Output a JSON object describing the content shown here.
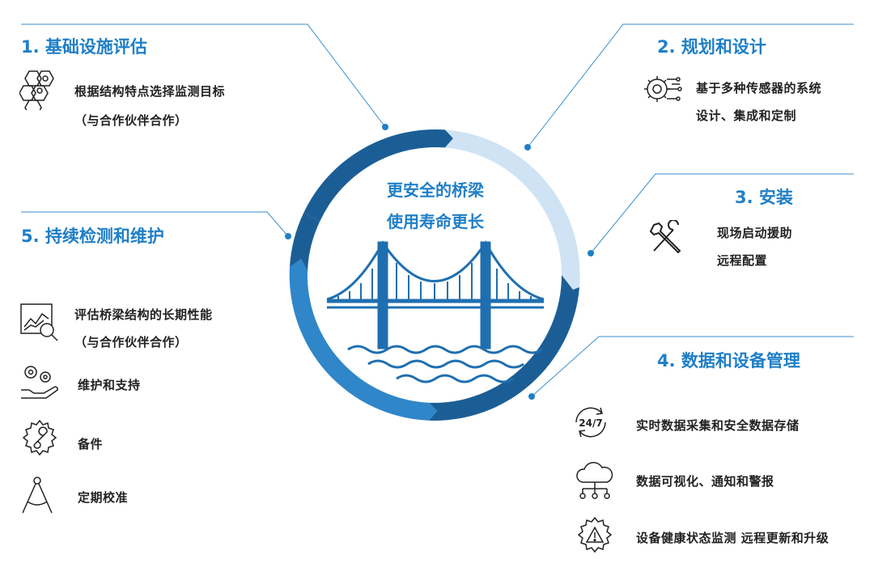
{
  "center": {
    "line1": "更安全的桥梁",
    "line2": "使用寿命更长"
  },
  "colors": {
    "dark": "#1b5e96",
    "mid": "#2f86c8",
    "light": "#cfe3f4",
    "accent": "#1f7fc7"
  },
  "step1": {
    "title": "1.  基础设施评估",
    "line1": "根据结构特点选择监测目标",
    "line2": "（与合作伙伴合作）",
    "icon": "hexagon-people-icon"
  },
  "step2": {
    "title": "2.  规划和设计",
    "line1": "基于多种传感器的系统",
    "line2": "设计、集成和定制",
    "icon": "gear-circuit-icon"
  },
  "step3": {
    "title": "3.  安装",
    "line1": "现场启动援助",
    "line2": "远程配置",
    "icon": "tools-icon"
  },
  "step4": {
    "title": "4.  数据和设备管理",
    "items": [
      {
        "label": "实时数据采集和安全数据存储",
        "icon": "24-7-icon",
        "badge": "24/7"
      },
      {
        "label": "数据可视化、通知和警报",
        "icon": "cloud-network-icon"
      },
      {
        "label": "设备健康状态监测 远程更新和升级",
        "icon": "gear-alert-icon"
      }
    ]
  },
  "step5": {
    "title": "5.  持续检测和维护",
    "items": [
      {
        "label": "评估桥梁结构的长期性能",
        "label2": "（与合作伙伴合作）",
        "icon": "chart-magnifier-icon"
      },
      {
        "label": "维护和支持",
        "icon": "hand-gears-icon"
      },
      {
        "label": "备件",
        "icon": "gear-wrench-icon"
      },
      {
        "label": "定期校准",
        "icon": "compass-icon"
      }
    ]
  }
}
